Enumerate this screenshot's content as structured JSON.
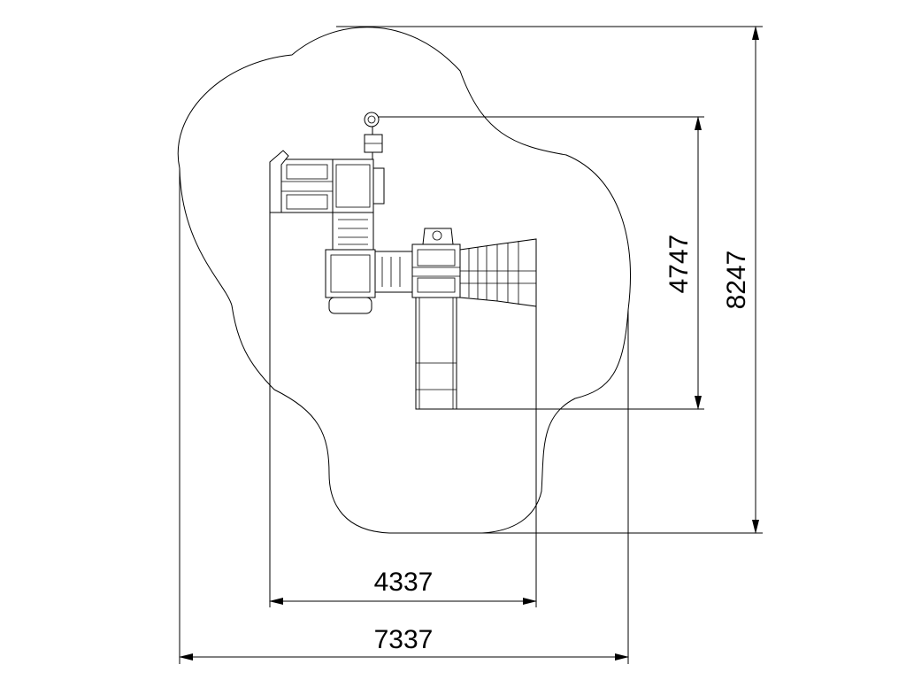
{
  "dimensions": {
    "overall_width": "7337",
    "equipment_width": "4337",
    "overall_height": "8247",
    "equipment_height": "4747"
  },
  "colors": {
    "line": "#000000",
    "background": "#ffffff"
  }
}
